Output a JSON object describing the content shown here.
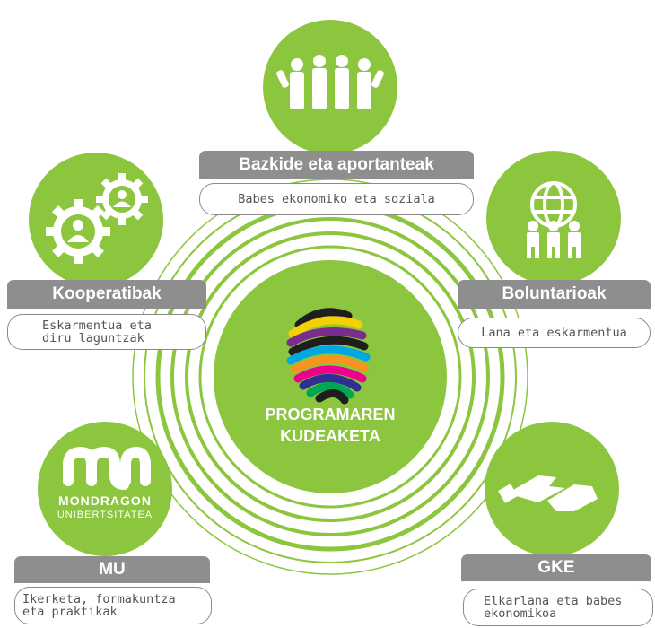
{
  "center": {
    "line1": "PROGRAMAREN",
    "line2": "KUDEAKETA"
  },
  "nodes": {
    "bazkide": {
      "title": "Bazkide eta aportanteak",
      "desc": "Babes ekonomiko eta soziala",
      "icon": "people-group-icon"
    },
    "kooperatibak": {
      "title": "Kooperatibak",
      "desc_line1": "Eskarmentua eta",
      "desc_line2": "diru laguntzak",
      "icon": "gears-people-icon"
    },
    "boluntarioak": {
      "title": "Boluntarioak",
      "desc": "Lana eta eskarmentua",
      "icon": "globe-volunteers-icon"
    },
    "mu": {
      "title": "MU",
      "desc_line1": "Ikerketa, formakuntza",
      "desc_line2": "eta praktikak",
      "logo_line1": "MONDRAGON",
      "logo_line2": "UNIBERTSITATEA",
      "icon": "mondragon-logo-icon"
    },
    "gke": {
      "title": "GKE",
      "desc_line1": "Elkarlana eta babes",
      "desc_line2": "ekonomikoa",
      "icon": "handshake-icon"
    }
  },
  "colors": {
    "green": "#8cc63f",
    "banner": "#8e8e8e",
    "border": "#8a8a8a"
  }
}
